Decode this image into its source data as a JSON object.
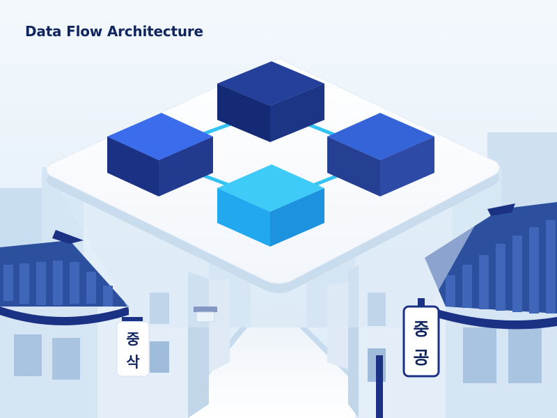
{
  "title": "Data Flow Architecture",
  "signs": {
    "left": [
      "중",
      "삭"
    ],
    "right": [
      "중",
      "공"
    ]
  },
  "colors": {
    "title": "#12265e",
    "sky": "#e6f1fa",
    "platform": "#f7fafd",
    "node_navy": "#1b3184",
    "node_blue": "#2f5de0",
    "node_mid": "#2b4fba",
    "node_cyan": "#2db9f1",
    "connector": "#33c3f3",
    "roof": "#2c4f9e",
    "building": "#dbe8f5"
  },
  "nodes": [
    {
      "name": "node-top",
      "color": "navy"
    },
    {
      "name": "node-left",
      "color": "blue"
    },
    {
      "name": "node-right",
      "color": "mid"
    },
    {
      "name": "node-bottom",
      "color": "cyan"
    }
  ],
  "connectors": [
    {
      "from": "node-left",
      "to": "node-top"
    },
    {
      "from": "node-top",
      "to": "node-right"
    },
    {
      "from": "node-left",
      "to": "node-bottom"
    },
    {
      "from": "node-bottom",
      "to": "node-right"
    }
  ]
}
